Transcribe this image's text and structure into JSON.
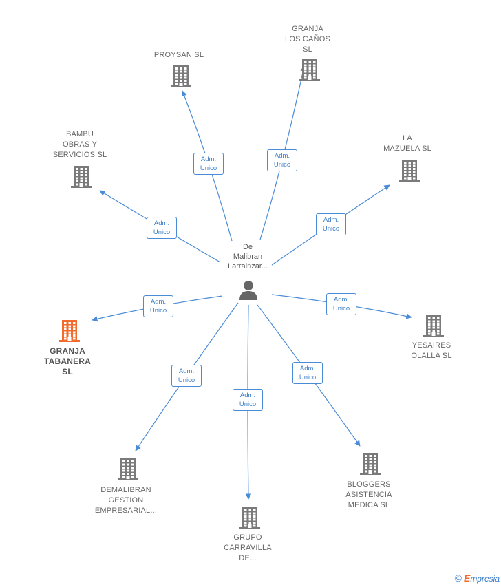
{
  "colors": {
    "edge": "#4a8bd6",
    "building": "#7a7a7a",
    "highlight": "#f26b2c",
    "person": "#666666"
  },
  "center": {
    "label": "De\nMalibran\nLarrainzar...",
    "icon": "person-icon"
  },
  "nodes": [
    {
      "id": "proysan",
      "label": "PROYSAN  SL",
      "icon": "building-icon",
      "highlight": false,
      "relation": "Adm.\nUnico"
    },
    {
      "id": "granja-los-canos",
      "label": "GRANJA\nLOS CAÑOS\nSL",
      "icon": "building-icon",
      "highlight": false,
      "relation": "Adm.\nUnico"
    },
    {
      "id": "bambu",
      "label": "BAMBU\nOBRAS Y\nSERVICIOS SL",
      "icon": "building-icon",
      "highlight": false,
      "relation": "Adm.\nUnico"
    },
    {
      "id": "la-mazuela",
      "label": "LA\nMAZUELA SL",
      "icon": "building-icon",
      "highlight": false,
      "relation": "Adm.\nUnico"
    },
    {
      "id": "granja-tabanera",
      "label": "GRANJA\nTABANERA\nSL",
      "icon": "building-icon",
      "highlight": true,
      "relation": "Adm.\nUnico"
    },
    {
      "id": "yesaires",
      "label": "YESAIRES\nOLALLA SL",
      "icon": "building-icon",
      "highlight": false,
      "relation": "Adm.\nUnico"
    },
    {
      "id": "demalibran",
      "label": "DEMALIBRAN\nGESTION\nEMPRESARIAL...",
      "icon": "building-icon",
      "highlight": false,
      "relation": "Adm.\nUnico"
    },
    {
      "id": "grupo-carravilla",
      "label": "GRUPO\nCARRAVILLA\nDE...",
      "icon": "building-icon",
      "highlight": false,
      "relation": "Adm.\nUnico"
    },
    {
      "id": "bloggers",
      "label": "BLOGGERS\nASISTENCIA\nMEDICA  SL",
      "icon": "building-icon",
      "highlight": false,
      "relation": "Adm.\nUnico"
    }
  ],
  "footer": {
    "copyright": "©",
    "brand_initial": "E",
    "brand_rest": "mpresia"
  }
}
